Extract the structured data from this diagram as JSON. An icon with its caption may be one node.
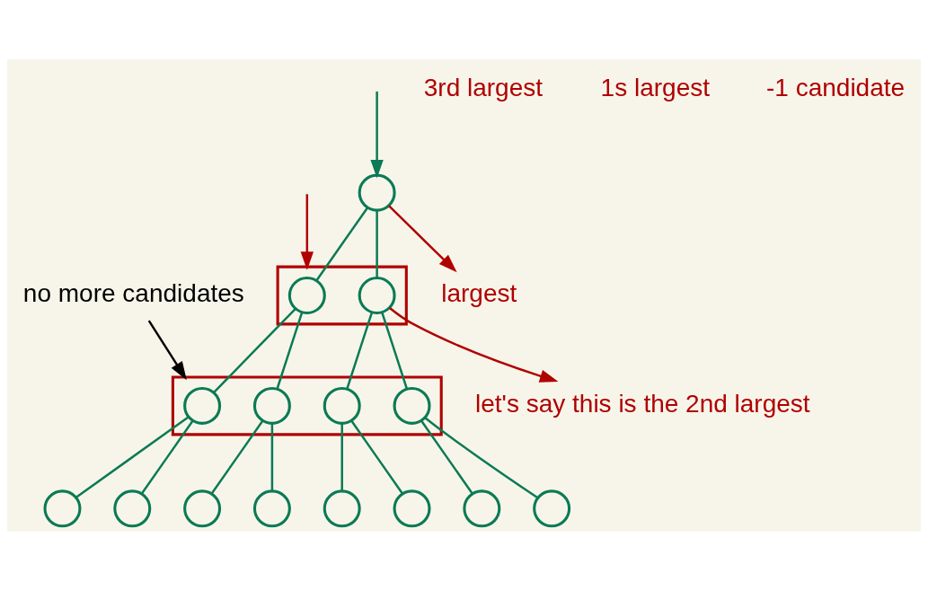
{
  "diagram": {
    "nodes": [
      {
        "text": [],
        "shape": "circle"
      },
      {
        "text": [],
        "shape": "box"
      },
      {
        "text": [],
        "shape": "circle",
        "in": 1
      },
      {
        "text": [],
        "shape": "circle",
        "in": 1
      },
      {
        "text": [],
        "shape": "box"
      },
      {
        "text": [],
        "shape": "circle",
        "in": 4
      },
      {
        "text": [],
        "shape": "circle",
        "in": 4
      },
      {
        "text": [],
        "shape": "circle",
        "in": 4
      },
      {
        "text": [],
        "shape": "circle",
        "in": 4
      },
      {
        "text": [],
        "shape": "circle"
      },
      {
        "text": [],
        "shape": "circle"
      },
      {
        "text": [],
        "shape": "circle"
      },
      {
        "text": [],
        "shape": "circle"
      },
      {
        "text": [],
        "shape": "circle"
      },
      {
        "text": [],
        "shape": "circle"
      },
      {
        "text": [],
        "shape": "circle"
      },
      {
        "text": [],
        "shape": "circle"
      },
      {
        "text": [
          "largest"
        ]
      },
      {
        "text": [
          "let's say this is the 2nd largest"
        ]
      },
      {
        "text": [
          "no more candidates"
        ]
      }
    ],
    "edges": [
      {
        "from": null,
        "to": 0,
        "arrow": "to"
      },
      {
        "from": 0,
        "to": 2,
        "arrow": "none"
      },
      {
        "from": 0,
        "to": 3,
        "arrow": "none"
      },
      {
        "from": 2,
        "to": 5,
        "arrow": "none"
      },
      {
        "from": 2,
        "to": 6,
        "arrow": "none"
      },
      {
        "from": 3,
        "to": 7,
        "arrow": "none"
      },
      {
        "from": 3,
        "to": 8,
        "arrow": "none"
      },
      {
        "from": 5,
        "to": 9,
        "arrow": "none"
      },
      {
        "from": 5,
        "to": 10,
        "arrow": "none"
      },
      {
        "from": 6,
        "to": 11,
        "arrow": "none"
      },
      {
        "from": 6,
        "to": 12,
        "arrow": "none"
      },
      {
        "from": 7,
        "to": 13,
        "arrow": "none"
      },
      {
        "from": 7,
        "to": 14,
        "arrow": "none"
      },
      {
        "from": 8,
        "to": 15,
        "arrow": "none"
      },
      {
        "from": 8,
        "to": 16,
        "arrow": "none"
      },
      {
        "from": 0,
        "to": 17,
        "arrow": "to",
        "color": "#b00000"
      },
      {
        "from": 3,
        "to": 18,
        "arrow": "to",
        "color": "#b00000"
      },
      {
        "from": 19,
        "to": 4,
        "arrow": "to",
        "color": "#000000"
      },
      {
        "from": null,
        "to": 1,
        "arrow": "to",
        "color": "#b00000"
      }
    ],
    "labels": [
      "3rd largest",
      "1s largest",
      "-1 candidate"
    ]
  }
}
